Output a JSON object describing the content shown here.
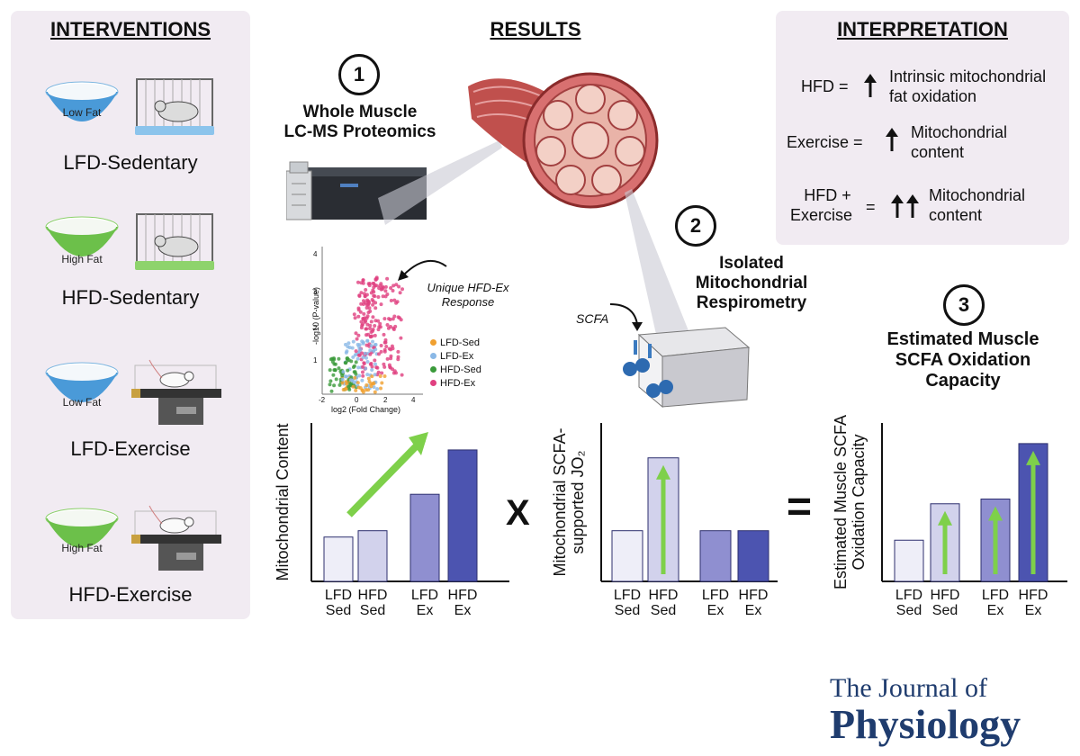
{
  "headings": {
    "interventions": "INTERVENTIONS",
    "results": "RESULTS",
    "interpretation": "INTERPRETATION"
  },
  "interventions": [
    {
      "bowl": "Low Fat",
      "label": "LFD-Sedentary"
    },
    {
      "bowl": "High Fat",
      "label": "HFD-Sedentary"
    },
    {
      "bowl": "Low Fat",
      "label": "LFD-Exercise"
    },
    {
      "bowl": "High Fat",
      "label": "HFD-Exercise"
    }
  ],
  "steps": {
    "s1_num": "1",
    "s1_title_a": "Whole Muscle",
    "s1_title_b": "LC-MS Proteomics",
    "s2_num": "2",
    "s2_title_a": "Isolated",
    "s2_title_b": "Mitochondrial",
    "s2_title_c": "Respirometry",
    "s3_num": "3",
    "s3_title_a": "Estimated Muscle",
    "s3_title_b": "SCFA Oxidation",
    "s3_title_c": "Capacity"
  },
  "volcano": {
    "annotation_a": "Unique HFD-Ex",
    "annotation_b": "Response",
    "xlabel": "log2 (Fold Change)",
    "ylabel": "-log10 (P-value)",
    "xticks": [
      "-2",
      "0",
      "2",
      "4"
    ],
    "yticks": [
      "1",
      "2",
      "3",
      "4"
    ],
    "legend": [
      {
        "name": "LFD-Sed",
        "color": "#f0a030"
      },
      {
        "name": "LFD-Ex",
        "color": "#8ab8e6"
      },
      {
        "name": "HFD-Sed",
        "color": "#3a9a3a"
      },
      {
        "name": "HFD-Ex",
        "color": "#e04080"
      }
    ]
  },
  "scfa_label": "SCFA",
  "operators": {
    "times": "X",
    "equals": "="
  },
  "interpretation": {
    "r1_left": "HFD =",
    "r1_right_a": "Intrinsic mitochondrial",
    "r1_right_b": "fat oxidation",
    "r2_left": "Exercise =",
    "r2_right_a": "Mitochondrial",
    "r2_right_b": "content",
    "r3_left_a": "HFD +",
    "r3_left_b": "Exercise",
    "r3_eq": "=",
    "r3_right_a": "Mitochondrial",
    "r3_right_b": "content"
  },
  "journal": {
    "line1": "The Journal of",
    "line2": "Physiology"
  },
  "colors": {
    "lfd_sed": "#eeeef8",
    "hfd_sed": "#d2d2ec",
    "lfd_ex": "#8f8fd0",
    "hfd_ex": "#4c54b0",
    "arrow_green": "#7ed04a",
    "panel": "#f1ebf2"
  },
  "chart_data": [
    {
      "type": "bar",
      "ylabel": "Mitochondrial Content",
      "categories": [
        "LFD\nSed",
        "HFD\nSed",
        "LFD\nEx",
        "HFD\nEx"
      ],
      "values": [
        0.28,
        0.32,
        0.55,
        0.83
      ],
      "ylim": [
        0,
        1
      ],
      "grid": false
    },
    {
      "type": "bar",
      "ylabel": "Mitochondrial SCFA-supported JO2",
      "categories": [
        "LFD\nSed",
        "HFD\nSed",
        "LFD\nEx",
        "HFD\nEx"
      ],
      "values": [
        0.32,
        0.78,
        0.32,
        0.32
      ],
      "ylim": [
        0,
        1
      ],
      "grid": false
    },
    {
      "type": "bar",
      "ylabel": "Estimated Muscle SCFA Oxidation Capacity",
      "categories": [
        "LFD\nSed",
        "HFD\nSed",
        "LFD\nEx",
        "HFD\nEx"
      ],
      "values": [
        0.26,
        0.49,
        0.52,
        0.87
      ],
      "ylim": [
        0,
        1
      ],
      "grid": false
    }
  ]
}
